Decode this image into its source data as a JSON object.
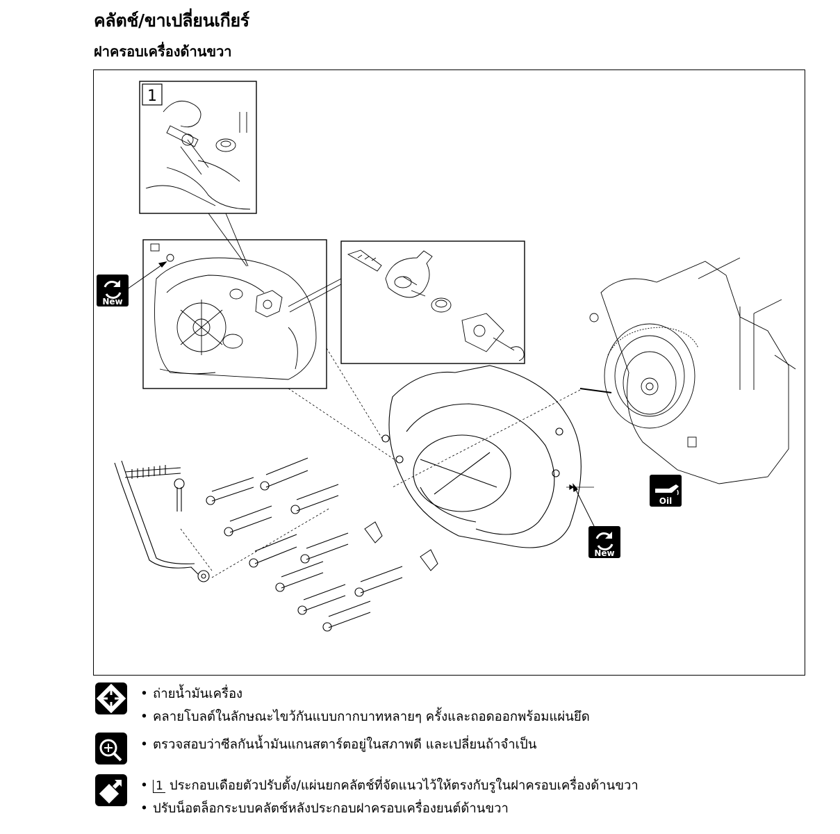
{
  "header": {
    "title": "คลัตช์/ขาเปลี่ยนเกียร์",
    "subtitle": "ฝาครอบเครื่องด้านขวา"
  },
  "figure": {
    "detail_label": "1",
    "badges": {
      "new_1": "New",
      "new_2": "New",
      "oil": "Oil"
    }
  },
  "steps": {
    "removal": [
      "ถ่ายน้ำมันเครื่อง",
      "คลายโบลต์ในลักษณะไขว้กันแบบกากบาทหลายๆ ครั้งและถอดออกพร้อมแผ่นยึด"
    ],
    "inspection": [
      "ตรวจสอบว่าซีลกันน้ำมันแกนสตาร์ตอยู่ในสภาพดี และเปลี่ยนถ้าจำเป็น"
    ],
    "installation_ref": "1",
    "installation": [
      "ประกอบเดือยตัวปรับตั้ง/แผ่นยกคลัตช์ที่จัดแนวไว้ให้ตรงกับรูในฝาครอบเครื่องด้านขวา",
      "ปรับน็อตล็อกระบบคลัตช์หลังประกอบฝาครอบเครื่องยนต์ด้านขวา"
    ],
    "bullet": "•"
  }
}
